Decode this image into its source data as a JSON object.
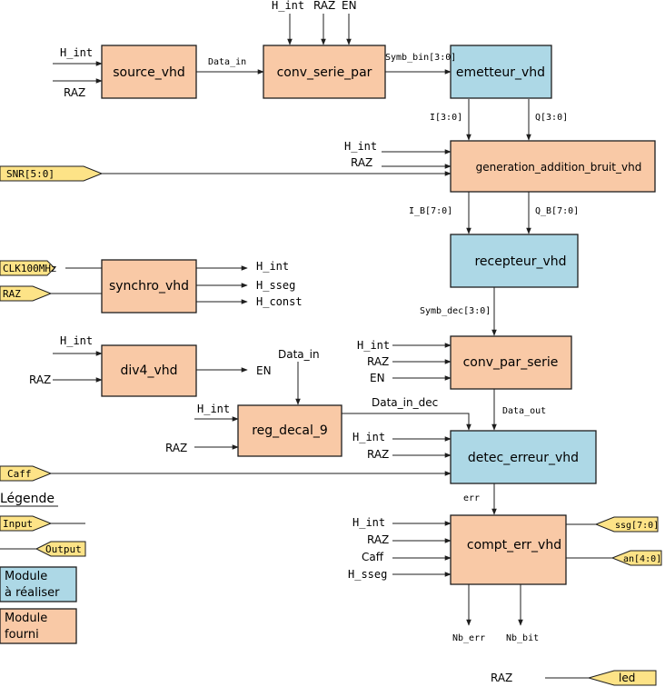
{
  "modules": {
    "source": "source_vhd",
    "conv_serie_par": "conv_serie_par",
    "emetteur": "emetteur_vhd",
    "generation": "generation_addition_bruit_vhd",
    "recepteur": "recepteur_vhd",
    "synchro": "synchro_vhd",
    "div4": "div4_vhd",
    "reg_decal": "reg_decal_9",
    "conv_par_serie": "conv_par_serie",
    "detec": "detec_erreur_vhd",
    "compt": "compt_err_vhd"
  },
  "signals": {
    "h_int": "H_int",
    "raz": "RAZ",
    "en": "EN",
    "data_in": "Data_in",
    "symb_bin": "Symb_bin[3:0]",
    "i": "I[3:0]",
    "q": "Q[3:0]",
    "i_b": "I_B[7:0]",
    "q_b": "Q_B[7:0]",
    "symb_dec": "Symb_dec[3:0]",
    "data_out": "Data_out",
    "data_in_dec": "Data_in_dec",
    "err": "err",
    "h_sseg": "H_sseg",
    "h_const": "H_const",
    "caff": "Caff",
    "nb_err": "Nb_err",
    "nb_bit": "Nb_bit"
  },
  "ports": {
    "snr": "SNR[5:0]",
    "clk": "CLK100MHz",
    "raz": "RAZ",
    "caff": "Caff",
    "ssg": "ssg[7:0]",
    "an": "an[4:0]",
    "led": "led"
  },
  "legend": {
    "title": "Légende",
    "input": "Input",
    "output": "Output",
    "module_a_realiser_l1": "Module",
    "module_a_realiser_l2": "à réaliser",
    "module_fourni_l1": "Module",
    "module_fourni_l2": "fourni"
  },
  "colors": {
    "module_fourni": "#f9c9a6",
    "module_a_realiser": "#add8e6",
    "port": "#fde387"
  }
}
